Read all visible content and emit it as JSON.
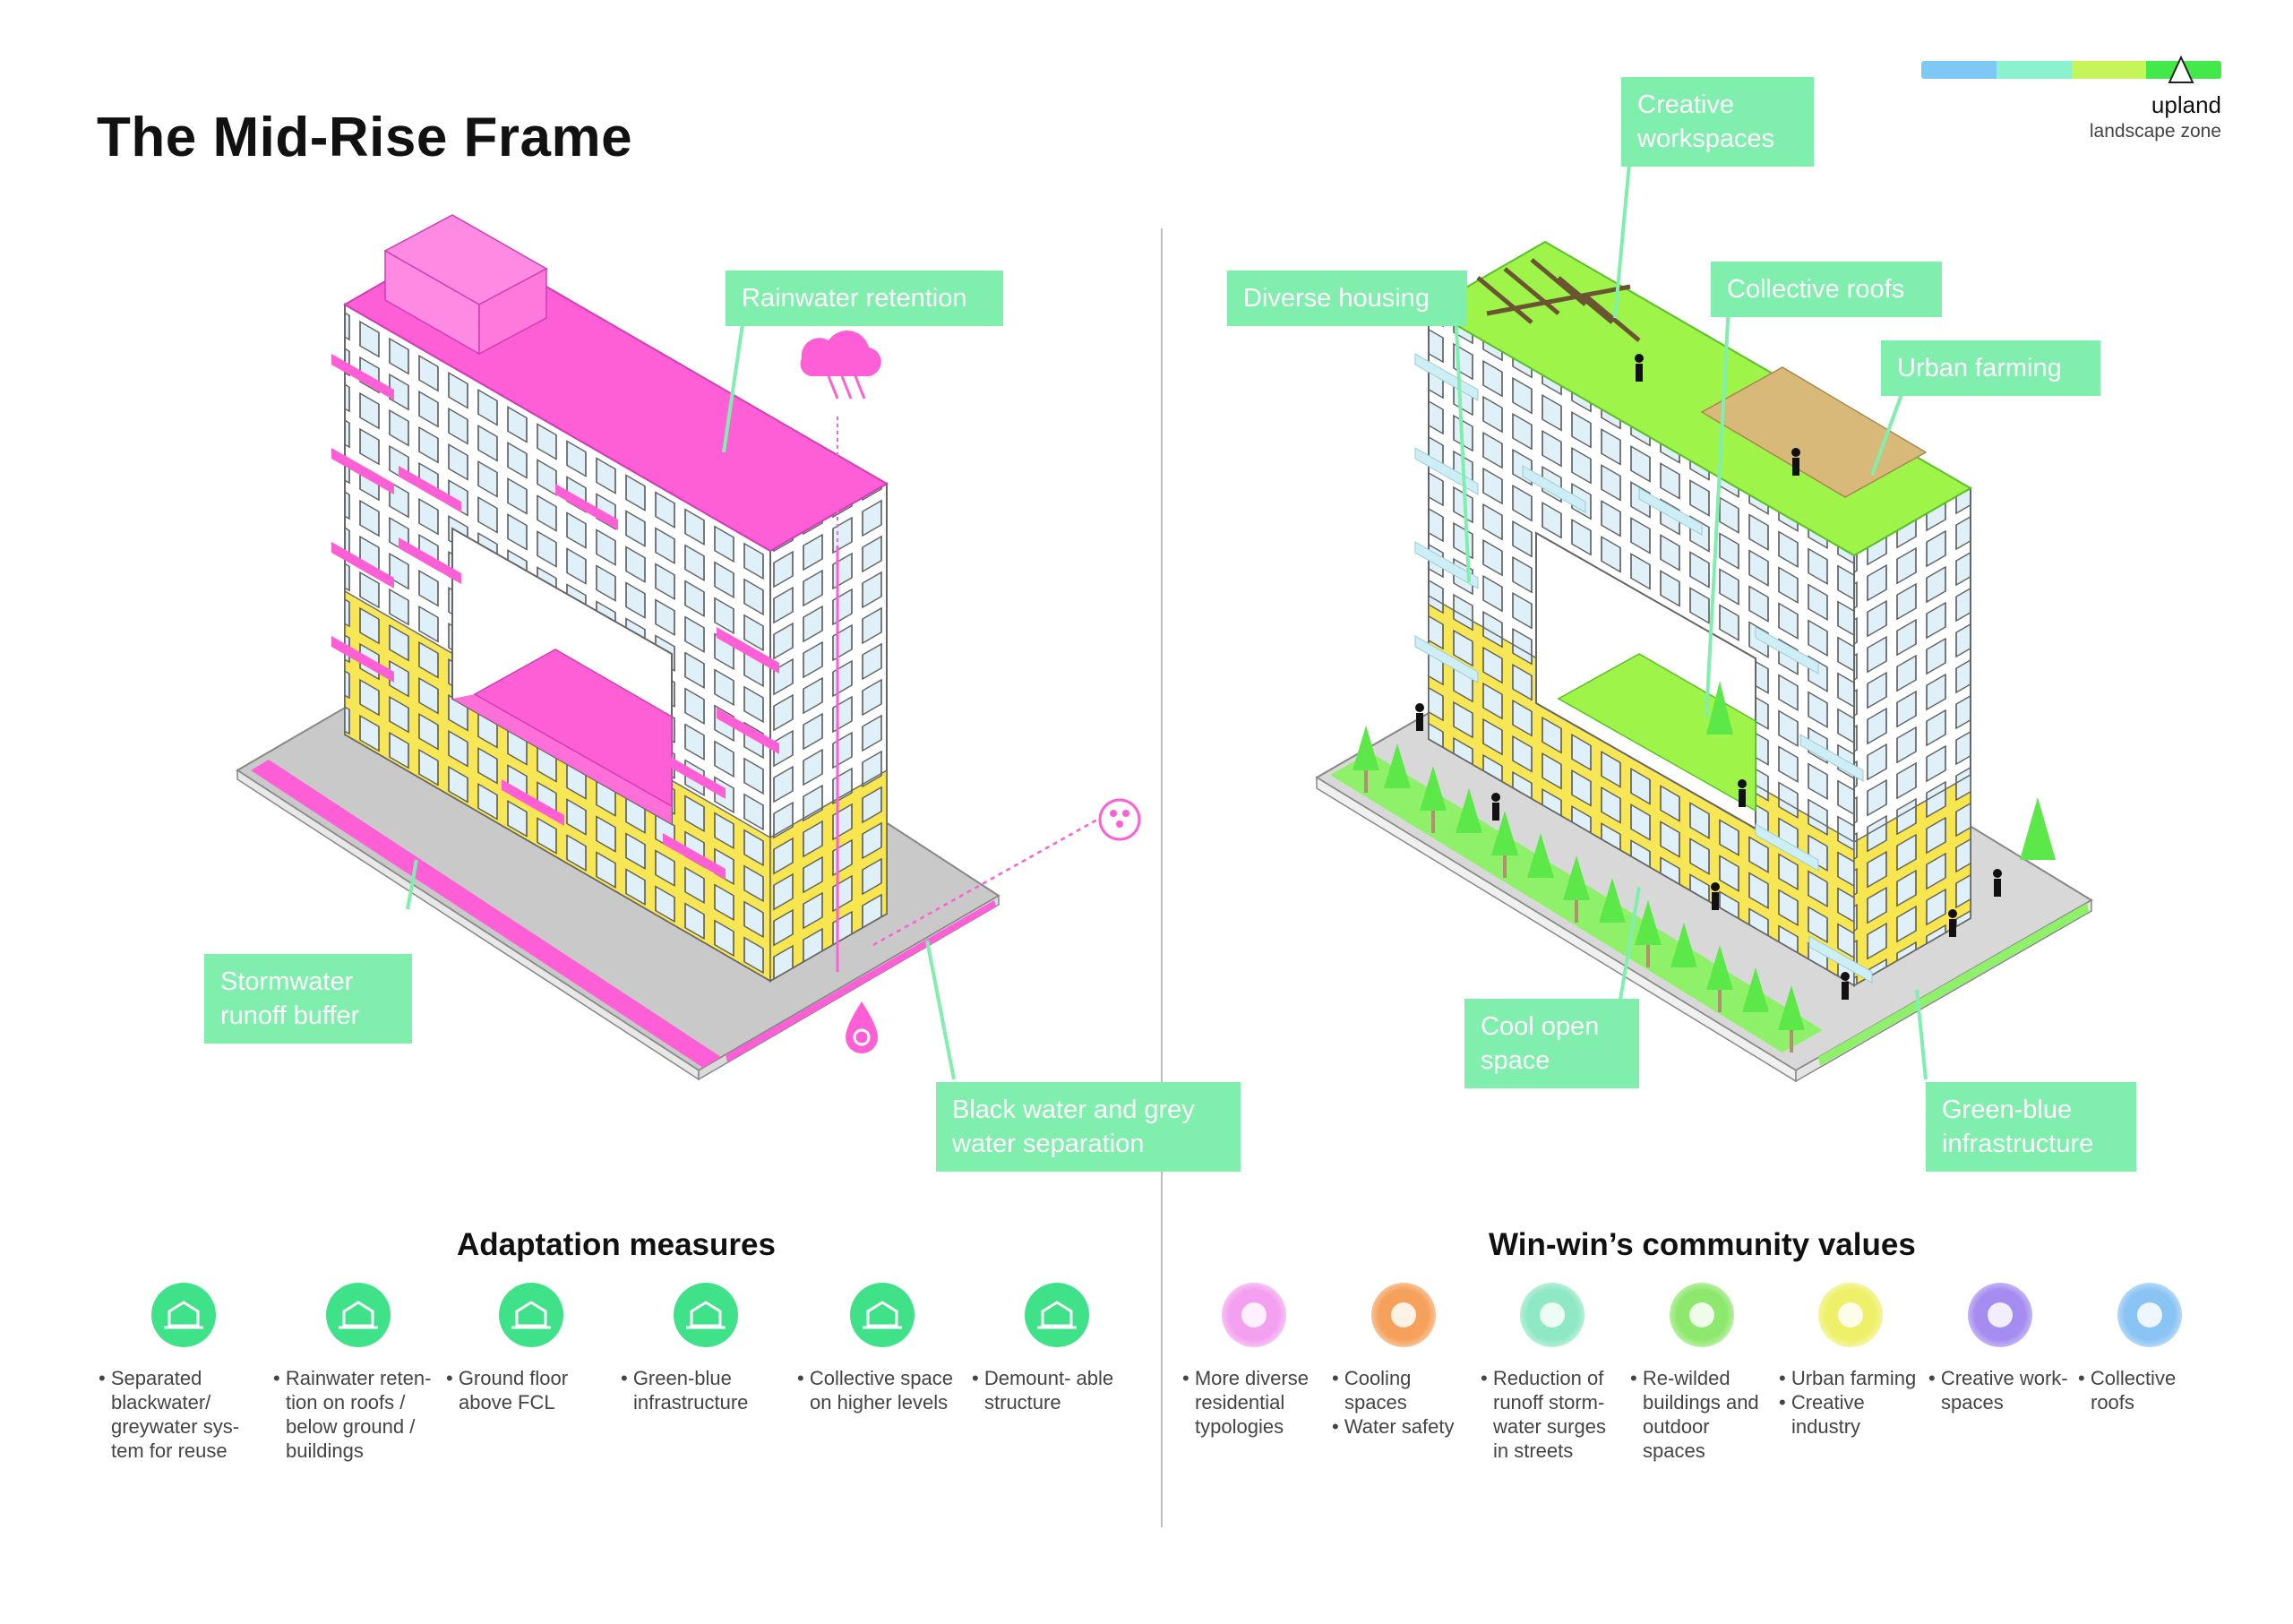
{
  "page": {
    "title": "The Mid-Rise Frame"
  },
  "legend": {
    "colors": [
      "#7ec8f5",
      "#8af2cf",
      "#c6f55a",
      "#43e84a"
    ],
    "zone_name": "upland",
    "zone_sub": "landscape zone"
  },
  "left_labels": {
    "rainwater": "Rainwater retention",
    "stormwater": "Stormwater runoff buffer",
    "blackwater": "Black water and grey water separation"
  },
  "right_labels": {
    "creative": "Creative workspaces",
    "diverse": "Diverse housing",
    "collective": "Collective roofs",
    "farming": "Urban farming",
    "cool": "Cool open space",
    "greenblue": "Green-blue infrastructure"
  },
  "adaptation": {
    "title": "Adaptation measures",
    "items": [
      {
        "icon": "separated-water-icon",
        "lines": [
          "Separated blackwater/ greywater sys- tem for reuse"
        ]
      },
      {
        "icon": "rainwater-roof-icon",
        "lines": [
          "Rainwater reten- tion on roofs / below ground / buildings"
        ]
      },
      {
        "icon": "ground-floor-icon",
        "lines": [
          "Ground floor above FCL"
        ]
      },
      {
        "icon": "green-blue-icon",
        "lines": [
          "Green-blue infrastructure"
        ]
      },
      {
        "icon": "collective-space-icon",
        "lines": [
          "Collective space on higher levels"
        ]
      },
      {
        "icon": "demountable-icon",
        "lines": [
          "Demount- able structure"
        ]
      }
    ]
  },
  "community": {
    "title": "Win-win’s community values",
    "items": [
      {
        "icon": "diverse-residential-icon",
        "color": "#f4a0f0",
        "lines": [
          "More diverse residential typologies"
        ]
      },
      {
        "icon": "cooling-heart-icon",
        "color": "#f6a15b",
        "lines": [
          "Cooling spaces",
          "Water safety"
        ]
      },
      {
        "icon": "runoff-streets-icon",
        "color": "#8ee8c4",
        "lines": [
          "Reduction of runoff storm- water surges in streets"
        ]
      },
      {
        "icon": "rewilded-icon",
        "color": "#8ee86e",
        "lines": [
          "Re-wilded buildings and outdoor spaces"
        ]
      },
      {
        "icon": "urban-farming-icon",
        "color": "#eef06a",
        "lines": [
          "Urban farming",
          "Creative industry"
        ]
      },
      {
        "icon": "creative-work-icon",
        "color": "#a58cf0",
        "lines": [
          "Creative work- spaces"
        ]
      },
      {
        "icon": "collective-roofs-icon",
        "color": "#8ac4f5",
        "lines": [
          "Collective roofs"
        ]
      }
    ]
  }
}
